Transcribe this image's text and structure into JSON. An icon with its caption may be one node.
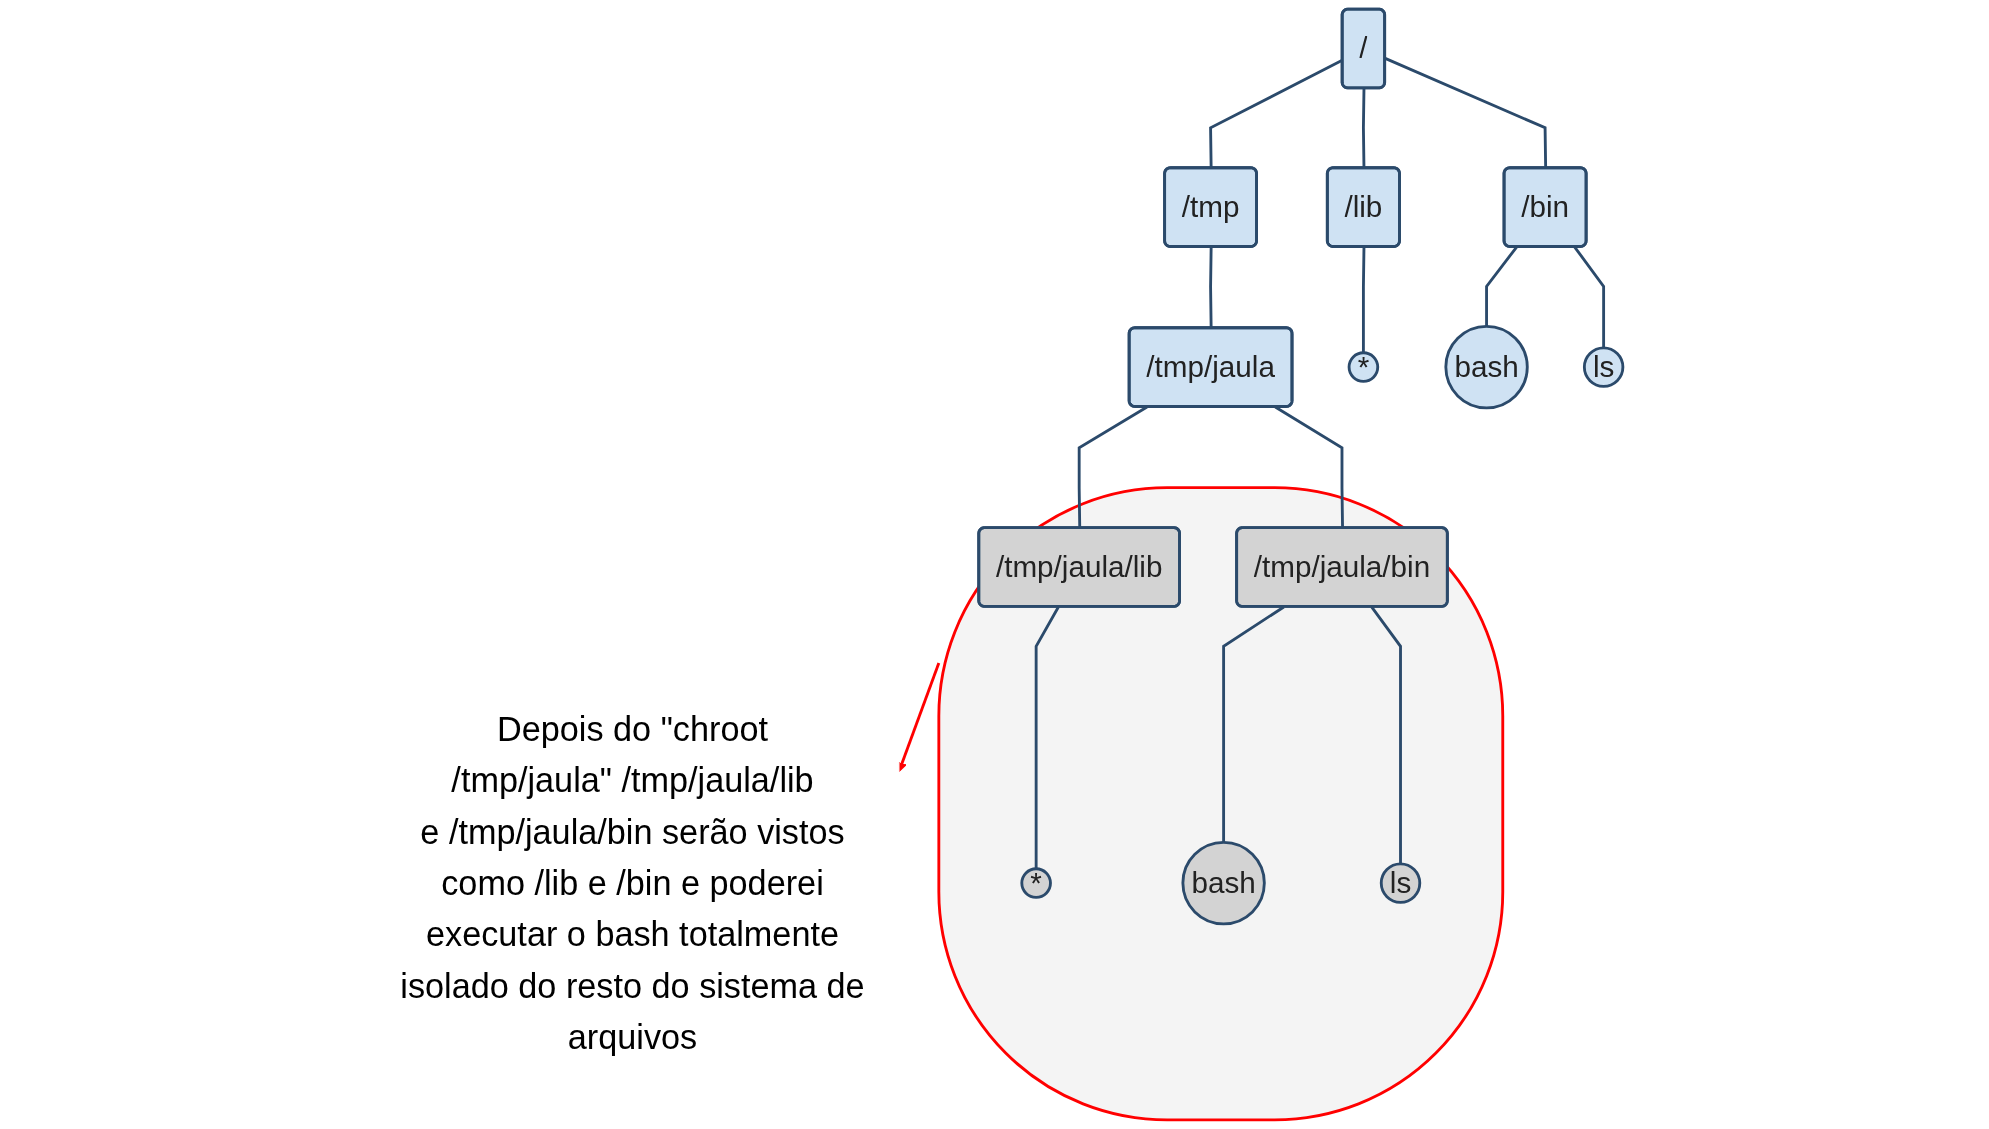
{
  "diagram": {
    "nodes": [
      {
        "text": [
          "/"
        ]
      },
      {
        "text": [
          "/tmp"
        ]
      },
      {
        "text": [
          "/lib"
        ]
      },
      {
        "text": [
          "/bin"
        ]
      },
      {
        "text": [
          "/tmp/jaula"
        ]
      },
      {
        "text": [
          "*"
        ]
      },
      {
        "text": [
          "bash"
        ]
      },
      {
        "text": [
          "ls"
        ]
      },
      {
        "text": [],
        "shape": "ellipse"
      },
      {
        "text": [
          "/tmp/jaula/lib"
        ],
        "in": 8
      },
      {
        "text": [
          "/tmp/jaula/bin"
        ],
        "in": 8
      },
      {
        "text": [
          "*"
        ],
        "in": 8
      },
      {
        "text": [
          "bash"
        ],
        "in": 8
      },
      {
        "text": [
          "ls"
        ],
        "in": 8
      },
      {
        "text": [
          "Depois do \"chroot /tmp/jaula\" /tmp/jaula/lib e /tmp/jaula/bin serão vistos como /lib e /bin e poderei executar o bash totalmente isolado do resto do sistema de arquivos"
        ]
      }
    ],
    "edges": [
      {
        "from": 0,
        "to": 1,
        "arrow": "none"
      },
      {
        "from": 0,
        "to": 2,
        "arrow": "none"
      },
      {
        "from": 0,
        "to": 3,
        "arrow": "none"
      },
      {
        "from": 1,
        "to": 4,
        "arrow": "none"
      },
      {
        "from": 2,
        "to": 5,
        "arrow": "none"
      },
      {
        "from": 3,
        "to": 6,
        "arrow": "none"
      },
      {
        "from": 3,
        "to": 7,
        "arrow": "none"
      },
      {
        "from": 4,
        "to": 9,
        "arrow": "none"
      },
      {
        "from": 4,
        "to": 10,
        "arrow": "none"
      },
      {
        "from": 9,
        "to": 11,
        "arrow": "none"
      },
      {
        "from": 10,
        "to": 12,
        "arrow": "none"
      },
      {
        "from": 10,
        "to": 13,
        "arrow": "none"
      },
      {
        "from": 8,
        "to": 14,
        "arrow": "to",
        "color": "#ff0000"
      }
    ]
  }
}
